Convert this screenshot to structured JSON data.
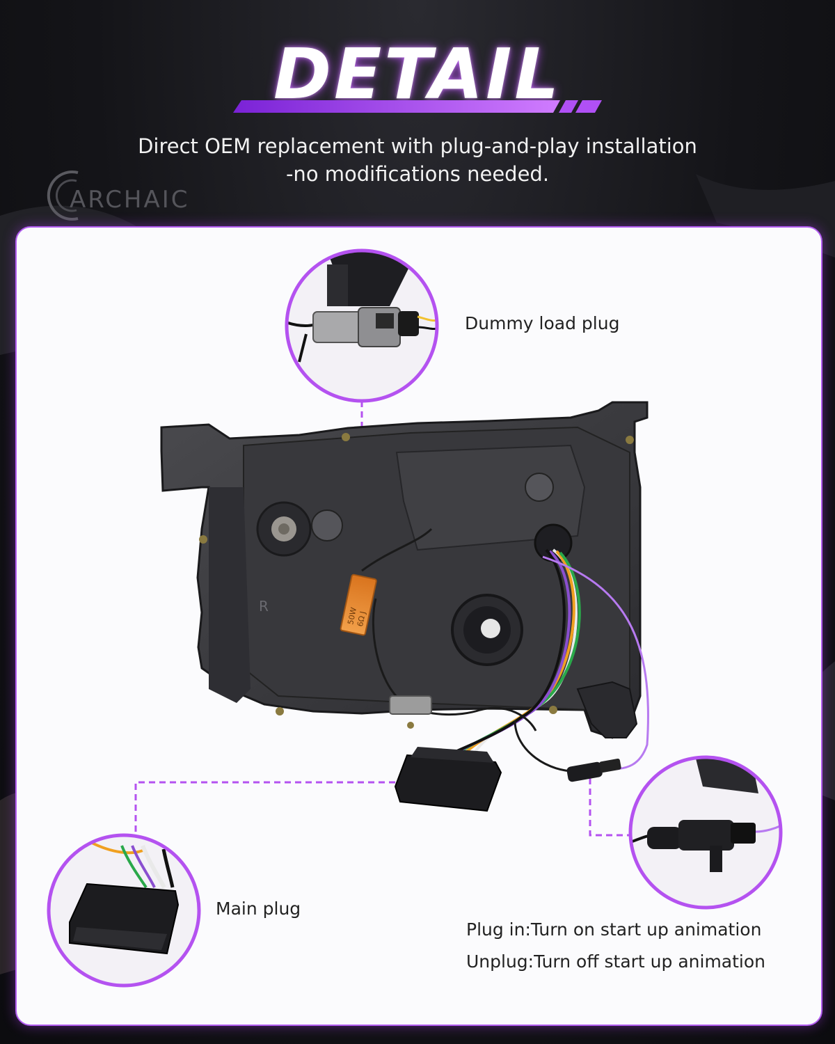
{
  "header": {
    "title": "DETAIL",
    "subtitle_line1": "Direct OEM replacement with plug-and-play installation",
    "subtitle_line2": "-no modifications needed.",
    "watermark": "ARCHAIC"
  },
  "callouts": {
    "dummy_load": "Dummy load plug",
    "main_plug": "Main plug",
    "plug_in": "Plug in:Turn on start up animation",
    "unplug": "Unplug:Turn off start up animation"
  },
  "resistor": {
    "text1": "50W",
    "text2": "6Ω J"
  },
  "colors": {
    "accent": "#a63cf0",
    "accent_light": "#d07cff",
    "background": "#141418",
    "card": "#fbfbfd"
  }
}
